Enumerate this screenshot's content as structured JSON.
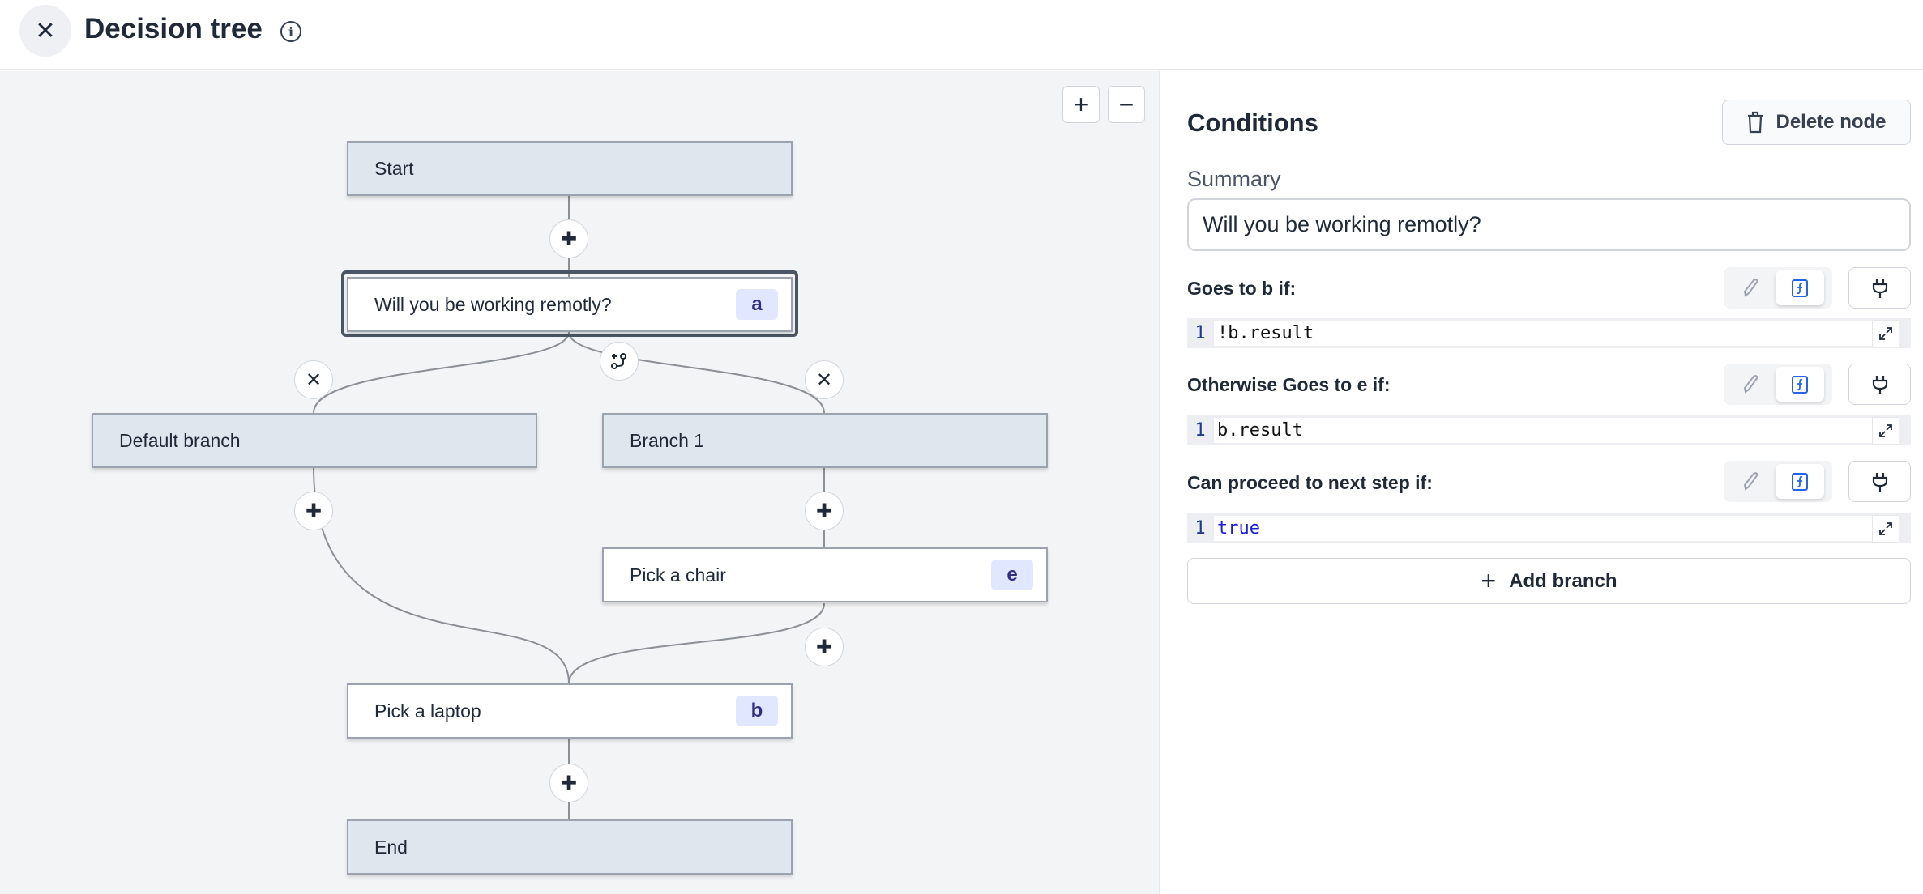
{
  "header": {
    "title": "Decision tree",
    "close_icon": "close-icon",
    "info_icon": "info-icon"
  },
  "canvas": {
    "zoom_in": "+",
    "zoom_out": "−",
    "nodes": {
      "start": "Start",
      "question": {
        "label": "Will you be working remotly?",
        "badge": "a"
      },
      "default_branch": "Default branch",
      "branch1": "Branch 1",
      "chair": {
        "label": "Pick a chair",
        "badge": "e"
      },
      "laptop": {
        "label": "Pick a laptop",
        "badge": "b"
      },
      "end": "End"
    }
  },
  "panel": {
    "title": "Conditions",
    "delete_label": "Delete node",
    "summary_label": "Summary",
    "summary_value": "Will you be working remotly?",
    "conditions": [
      {
        "label": "Goes to b if:",
        "line": "1",
        "code": "!b.result"
      },
      {
        "label": "Otherwise Goes to e if:",
        "line": "1",
        "code": "b.result"
      },
      {
        "label": "Can proceed to next step if:",
        "line": "1",
        "code": "true"
      }
    ],
    "add_branch_label": "Add branch",
    "colors": {
      "accent": "#2563eb",
      "badge_bg": "#e0e7ff",
      "selected_border": "#4b5563"
    }
  }
}
